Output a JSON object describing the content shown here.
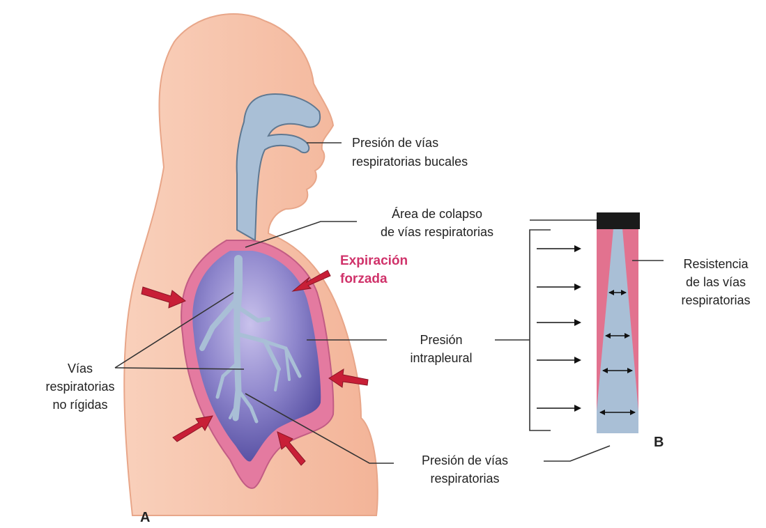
{
  "colors": {
    "skin": "#f6c2a8",
    "skin_edge": "#e8a689",
    "airway": "#a9bfd6",
    "airway_edge": "#5f7891",
    "pleura": "#e47aa0",
    "lung_inner": "#8e86cc",
    "lung_deep": "#3e3790",
    "arrow_red": "#c81f37",
    "collapse": "#1a1a1a",
    "accent_text": "#d0326a",
    "tube_pink": "#e2728f"
  },
  "panel_labels": {
    "a": "A",
    "b": "B"
  },
  "labels": {
    "mouth_pressure": [
      "Presión de vías",
      "respiratorias bucales"
    ],
    "collapse_area": [
      "Área de colapso",
      "de vías respiratorias"
    ],
    "forced_expiration": [
      "Expiración",
      "forzada"
    ],
    "airway_resistance": [
      "Resistencia",
      "de las vías",
      "respiratorias"
    ],
    "intrapleural_pressure": [
      "Presión",
      "intrapleural"
    ],
    "nonrigid_airways": [
      "Vías",
      "respiratorias",
      "no rígidas"
    ],
    "airway_pressure": [
      "Presión de vías",
      "respiratorias"
    ]
  }
}
